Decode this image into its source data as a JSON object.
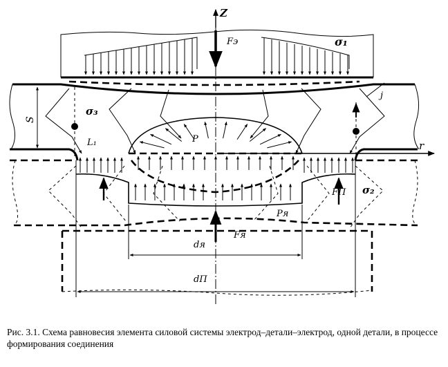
{
  "labels": {
    "z": "Z",
    "r": "r",
    "f_e": "Fэ",
    "sigma1": "σ₁",
    "sigma2": "σ₂",
    "sigma3": "σ₃",
    "s": "S",
    "j": "j",
    "l1": "L₁",
    "p": "P",
    "p_ya": "Pя",
    "f_p": "FП",
    "f_ya": "Fя",
    "d_ya": "dя",
    "d_p": "dП"
  },
  "caption": "Рис. 3.1. Схема равновесия элемента силовой системы электрод–детали–электрод, одной детали, в процессе формирования соединения"
}
